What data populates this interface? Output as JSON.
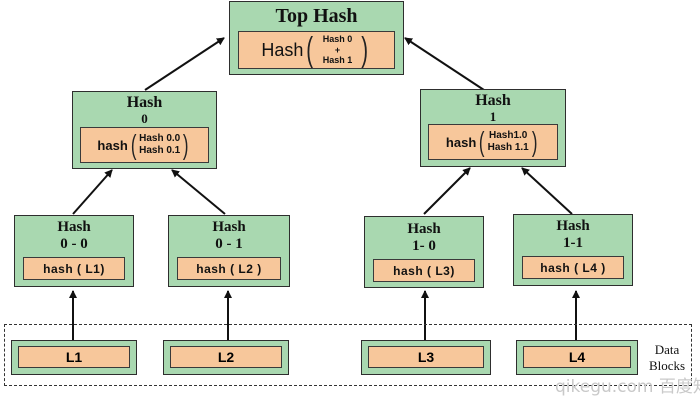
{
  "top": {
    "title": "Top Hash",
    "label": "Hash",
    "line1": "Hash 0",
    "plus": "+",
    "line2": "Hash 1"
  },
  "hash0": {
    "title_line1": "Hash",
    "title_line2": "0",
    "label": "hash",
    "line1": "Hash 0.0",
    "line2": "Hash 0.1"
  },
  "hash1": {
    "title_line1": "Hash",
    "title_line2": "1",
    "label": "hash",
    "line1": "Hash1.0",
    "line2": "Hash 1.1"
  },
  "leaves": [
    {
      "title_line1": "Hash",
      "title_line2": "0 - 0",
      "inner": "hash ( L1)"
    },
    {
      "title_line1": "Hash",
      "title_line2": "0 - 1",
      "inner": "hash ( L2 )"
    },
    {
      "title_line1": "Hash",
      "title_line2": "1- 0",
      "inner": "hash ( L3)"
    },
    {
      "title_line1": "Hash",
      "title_line2": "1-1",
      "inner": "hash ( L4 )"
    }
  ],
  "blocks": [
    "L1",
    "L2",
    "L3",
    "L4"
  ],
  "data_blocks_label": {
    "line1": "Data",
    "line2": "Blocks"
  },
  "watermark": "qikegu.com 百度知道"
}
